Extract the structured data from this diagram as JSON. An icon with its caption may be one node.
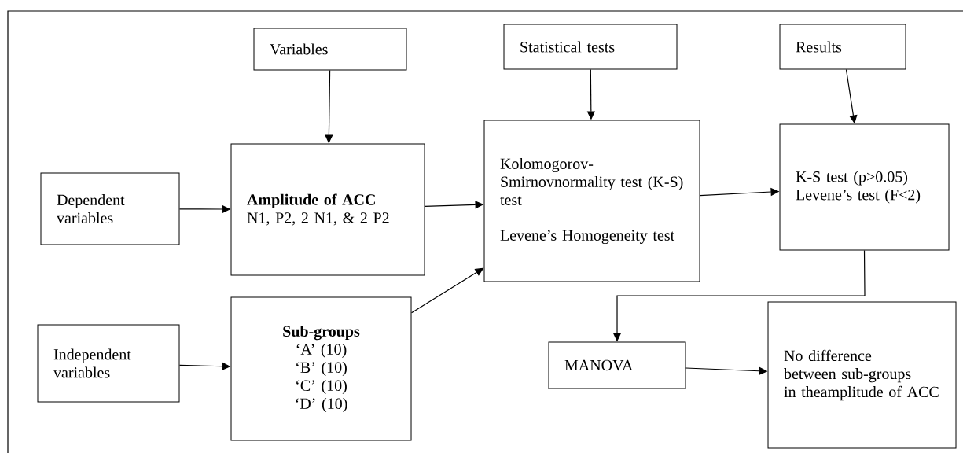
{
  "diagram": {
    "nodes": [
      {
        "text": [
          "Variables"
        ]
      },
      {
        "text": [
          "Statistical tests"
        ]
      },
      {
        "text": [
          "Results"
        ]
      },
      {
        "text": [
          "Dependent variables"
        ]
      },
      {
        "text": [
          "Amplitude of ACC",
          "N1, P2, 2 N1, & 2 P2"
        ]
      },
      {
        "text": [
          "Kolomogorov-Smirnovnormality test (K-S) test",
          "Levene’s Homogeneity test"
        ]
      },
      {
        "text": [
          "K-S test (p>0.05)",
          "Levene’s test (F<2)"
        ]
      },
      {
        "text": [
          "Independent variables"
        ]
      },
      {
        "text": [
          "Sub-groups",
          "‘A’ (10)",
          "‘B’ (10)",
          "‘C’ (10)",
          "‘D’ (10)"
        ]
      },
      {
        "text": [
          "MANOVA"
        ]
      },
      {
        "text": [
          "No difference between sub-groups in theamplitude of ACC"
        ]
      }
    ],
    "edges": [
      {
        "from": 0,
        "to": 4,
        "arrow": "to"
      },
      {
        "from": 1,
        "to": 5,
        "arrow": "to"
      },
      {
        "from": 2,
        "to": 6,
        "arrow": "to"
      },
      {
        "from": 3,
        "to": 4,
        "arrow": "to"
      },
      {
        "from": 4,
        "to": 5,
        "arrow": "to"
      },
      {
        "from": 7,
        "to": 8,
        "arrow": "to"
      },
      {
        "from": 8,
        "to": 5,
        "arrow": "to"
      },
      {
        "from": 5,
        "to": 6,
        "arrow": "to"
      },
      {
        "from": 6,
        "to": 9,
        "arrow": "to"
      },
      {
        "from": 9,
        "to": 10,
        "arrow": "to"
      }
    ]
  }
}
